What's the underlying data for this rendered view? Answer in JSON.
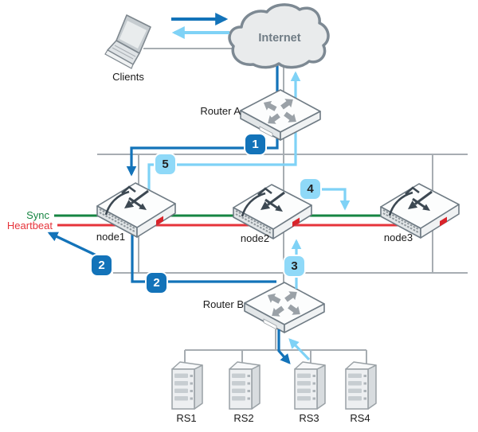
{
  "labels": {
    "clients": "Clients",
    "internet": "Internet",
    "router_a": "Router A",
    "router_b": "Router B",
    "node1": "node1",
    "node2": "node2",
    "node3": "node3",
    "sync": "Sync",
    "heartbeat": "Heartbeat",
    "rs1": "RS1",
    "rs2": "RS2",
    "rs3": "RS3",
    "rs4": "RS4"
  },
  "badges": [
    {
      "label": "1",
      "variant": "dark"
    },
    {
      "label": "2",
      "variant": "dark"
    },
    {
      "label": "2",
      "variant": "dark"
    },
    {
      "label": "3",
      "variant": "light"
    },
    {
      "label": "4",
      "variant": "light"
    },
    {
      "label": "5",
      "variant": "light"
    }
  ],
  "icons": {
    "clients": "laptop-icon",
    "internet": "cloud-icon",
    "router_a": "router-icon",
    "router_b": "router-icon",
    "node1": "firewall-appliance-icon",
    "node2": "firewall-appliance-icon",
    "node3": "firewall-appliance-icon",
    "servers": "server-tower-icon"
  },
  "colors": {
    "dark_blue": "#1373b9",
    "light_blue": "#7fd2f6",
    "badge_light": "#8fd9f8",
    "sync_green": "#168542",
    "heartbeat_red": "#e6333a",
    "line_gray": "#a7adb2",
    "outline_gray": "#7d8993",
    "text": "#1a1a1a",
    "internet_text": "#707c85"
  }
}
